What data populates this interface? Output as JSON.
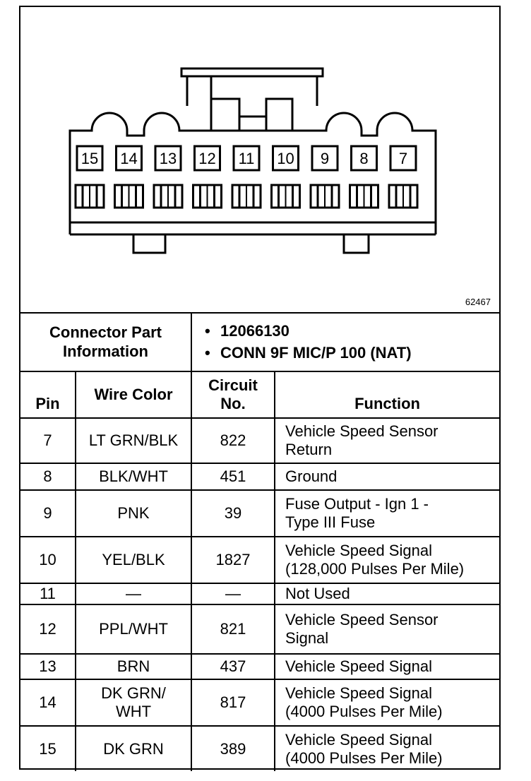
{
  "figure_id": "62467",
  "connector_pins": [
    "15",
    "14",
    "13",
    "12",
    "11",
    "10",
    "9",
    "8",
    "7"
  ],
  "part_info": {
    "label_line1": "Connector Part",
    "label_line2": "Information",
    "bullet": "•",
    "items": [
      "12066130",
      "CONN 9F MIC/P 100 (NAT)"
    ]
  },
  "headers": {
    "pin": "Pin",
    "wire_color": "Wire Color",
    "circuit_line1": "Circuit",
    "circuit_line2": "No.",
    "function": "Function"
  },
  "rows": [
    {
      "pin": "7",
      "wire": [
        "LT GRN/BLK"
      ],
      "circuit": "822",
      "function": [
        "Vehicle Speed Sensor",
        "Return"
      ]
    },
    {
      "pin": "8",
      "wire": [
        "BLK/WHT"
      ],
      "circuit": "451",
      "function": [
        "Ground"
      ]
    },
    {
      "pin": "9",
      "wire": [
        "PNK"
      ],
      "circuit": "39",
      "function": [
        "Fuse Output - Ign 1 -",
        "Type III Fuse"
      ]
    },
    {
      "pin": "10",
      "wire": [
        "YEL/BLK"
      ],
      "circuit": "1827",
      "function": [
        "Vehicle Speed Signal",
        "(128,000 Pulses Per Mile)"
      ]
    },
    {
      "pin": "11",
      "wire": [
        "—"
      ],
      "circuit": "—",
      "function": [
        "Not Used"
      ]
    },
    {
      "pin": "12",
      "wire": [
        "PPL/WHT"
      ],
      "circuit": "821",
      "function": [
        "Vehicle Speed Sensor",
        "Signal"
      ]
    },
    {
      "pin": "13",
      "wire": [
        "BRN"
      ],
      "circuit": "437",
      "function": [
        "Vehicle Speed Signal"
      ]
    },
    {
      "pin": "14",
      "wire": [
        "DK GRN/",
        "WHT"
      ],
      "circuit": "817",
      "function": [
        "Vehicle Speed Signal",
        "(4000 Pulses Per Mile)"
      ]
    },
    {
      "pin": "15",
      "wire": [
        "DK GRN"
      ],
      "circuit": "389",
      "function": [
        "Vehicle Speed Signal",
        "(4000 Pulses Per Mile)"
      ]
    }
  ]
}
